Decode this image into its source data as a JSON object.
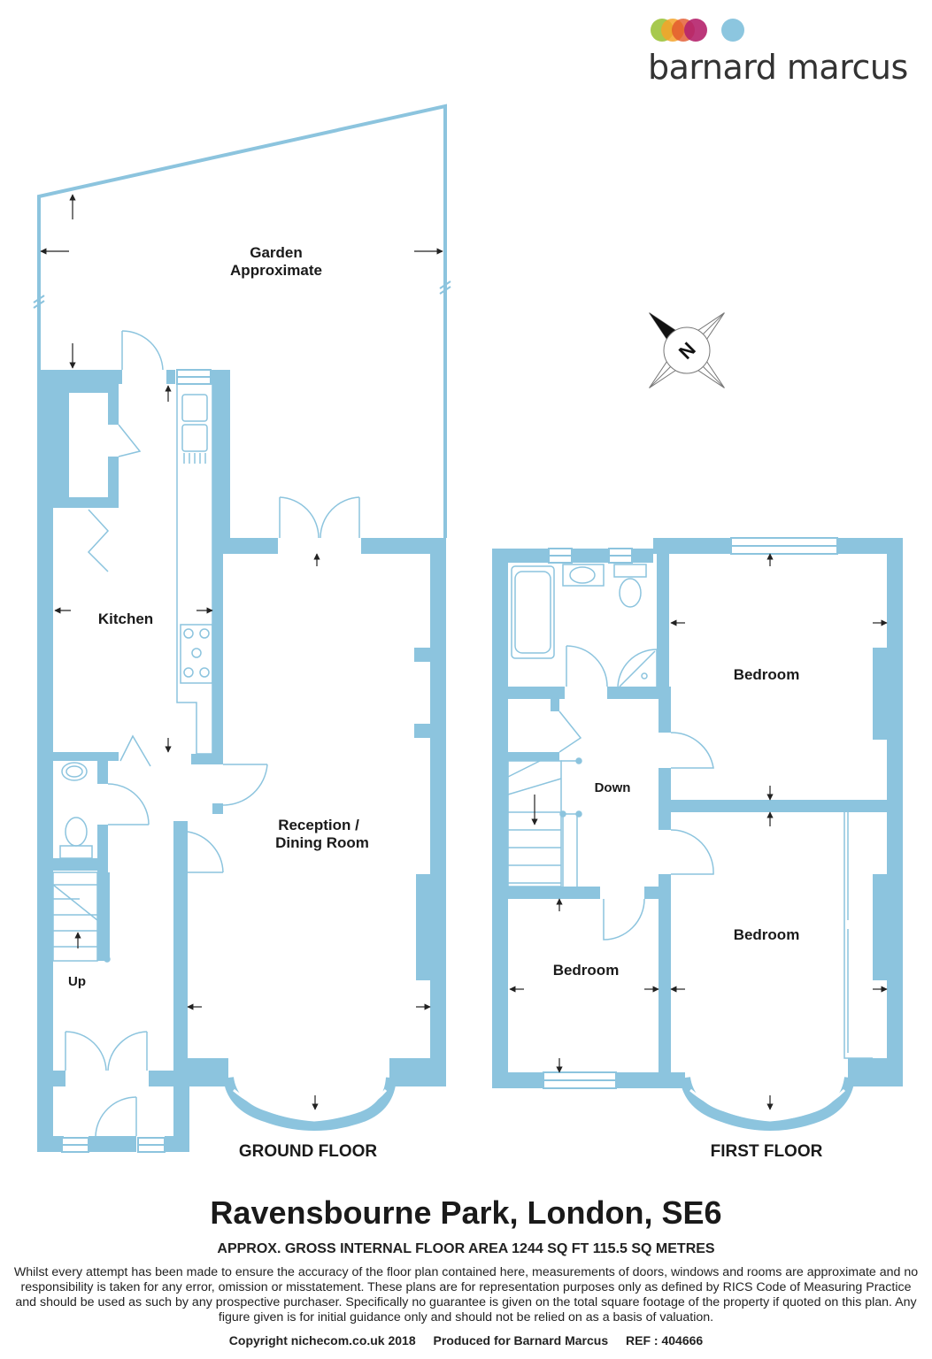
{
  "brand": {
    "name": "barnard marcus",
    "dot_colors": [
      "#9dc33b",
      "#f4a32a",
      "#e2562a",
      "#b5226b",
      "#8cc6df"
    ]
  },
  "colors": {
    "wall": "#8cc4de",
    "outline": "#8cc4de",
    "fixture": "#8cc4de",
    "text": "#1a1a1a"
  },
  "compass": {
    "label": "N"
  },
  "ground_floor": {
    "label": "GROUND FLOOR",
    "rooms": {
      "garden": [
        "Garden",
        "Approximate"
      ],
      "kitchen": "Kitchen",
      "reception": [
        "Reception /",
        "Dining Room"
      ],
      "stairs": "Up"
    }
  },
  "first_floor": {
    "label": "FIRST FLOOR",
    "rooms": {
      "bedroom_rear": "Bedroom",
      "bedroom_front": "Bedroom",
      "bedroom_small": "Bedroom",
      "stairs": "Down"
    }
  },
  "property": {
    "title": "Ravensbourne Park, London, SE6",
    "area": "APPROX. GROSS INTERNAL FLOOR AREA 1244 SQ FT 115.5 SQ METRES"
  },
  "disclaimer": "Whilst every attempt has been made to ensure the accuracy of the floor plan contained here, measurements of doors, windows and rooms are approximate and no responsibility is taken for any error, omission or misstatement. These plans are for representation purposes only as defined by RICS Code of Measuring Practice and should be used as such by any prospective purchaser.  Specifically no guarantee is given on the total square footage of the property if quoted on this plan. Any figure given is for initial guidance only and should not be relied on as a basis of valuation.",
  "footer": {
    "copyright": "Copyright nichecom.co.uk 2018",
    "produced": "Produced for Barnard Marcus",
    "ref": "REF : 404666"
  }
}
